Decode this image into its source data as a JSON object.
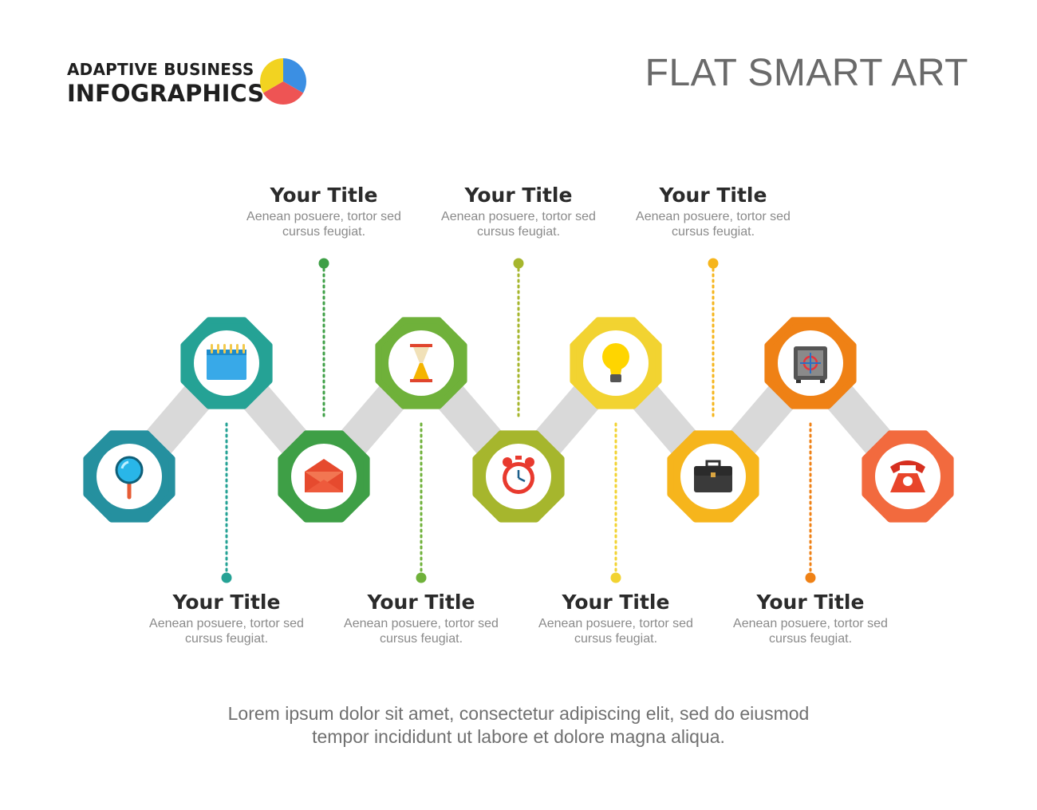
{
  "header": {
    "logo_line1": "ADAPTIVE BUSINESS",
    "logo_line2": "INFOGRAPHICS",
    "title": "FLAT SMART ART",
    "pie_colors": [
      "#3b8fe3",
      "#ee5454",
      "#f2d321"
    ]
  },
  "steps": [
    {
      "icon": "magnifier-icon",
      "color": "#25909f",
      "title": "",
      "text": ""
    },
    {
      "icon": "calendar-icon",
      "color": "#25a295",
      "title": "Your Title",
      "text": "Aenean posuere, tortor sed cursus feugiat."
    },
    {
      "icon": "envelope-icon",
      "color": "#3e9f46",
      "title": "Your Title",
      "text": "Aenean posuere, tortor sed cursus feugiat."
    },
    {
      "icon": "hourglass-icon",
      "color": "#6fb13a",
      "title": "Your Title",
      "text": "Aenean posuere, tortor sed cursus feugiat."
    },
    {
      "icon": "alarm-clock-icon",
      "color": "#a6b62d",
      "title": "Your Title",
      "text": "Aenean posuere, tortor sed cursus feugiat."
    },
    {
      "icon": "lightbulb-icon",
      "color": "#f2d331",
      "title": "Your Title",
      "text": "Aenean posuere, tortor sed cursus feugiat."
    },
    {
      "icon": "briefcase-icon",
      "color": "#f6b51c",
      "title": "Your Title",
      "text": "Aenean posuere, tortor sed cursus feugiat."
    },
    {
      "icon": "safe-icon",
      "color": "#ef8115",
      "title": "Your Title",
      "text": "Aenean posuere, tortor sed cursus feugiat."
    },
    {
      "icon": "telephone-icon",
      "color": "#f26a3e",
      "title": "",
      "text": ""
    }
  ],
  "connector_color": "#d9d9d9",
  "footer": {
    "line1": "Lorem ipsum dolor sit amet, consectetur adipiscing elit, sed do eiusmod",
    "line2": "tempor incididunt ut labore et dolore magna aliqua."
  }
}
